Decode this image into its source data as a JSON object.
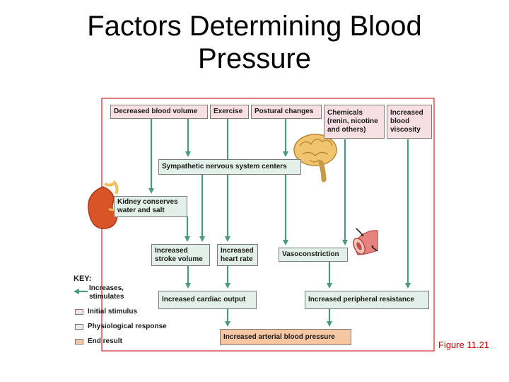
{
  "title": {
    "line1": "Factors Determining Blood",
    "line2": "Pressure"
  },
  "boxes": {
    "decreased_blood_volume": "Decreased blood volume",
    "exercise": "Exercise",
    "postural_changes": "Postural changes",
    "chemicals": "Chemicals\n(renin, nicotine\nand others)",
    "increased_blood_viscosity": "Increased\nblood\nviscosity",
    "sympathetic_centers": "Sympathetic nervous system centers",
    "kidney": "Kidney conserves\nwater and salt",
    "stroke_volume": "Increased\nstroke volume",
    "heart_rate": "Increased\nheart rate",
    "vasoconstriction": "Vasoconstriction",
    "cardiac_output": "Increased cardiac output",
    "peripheral_resistance": "Increased peripheral resistance",
    "arterial_pressure": "Increased arterial blood pressure"
  },
  "key": {
    "heading": "KEY:",
    "arrow": "Increases,\nstimulates",
    "initial": "Initial stimulus",
    "response": "Physiological response",
    "end": "End result"
  },
  "figure_label": "Figure 11.21",
  "colors": {
    "arrow": "#4a9a7c",
    "initial_stimulus": "#f7dfe4",
    "physiological_response": "#e3efe9",
    "end_result": "#f7c7a3",
    "panel_border": "#cc2a2a",
    "figure_label": "#c00000"
  },
  "icons": [
    "brain-icon",
    "kidney-icon",
    "blood-vessel-icon"
  ]
}
